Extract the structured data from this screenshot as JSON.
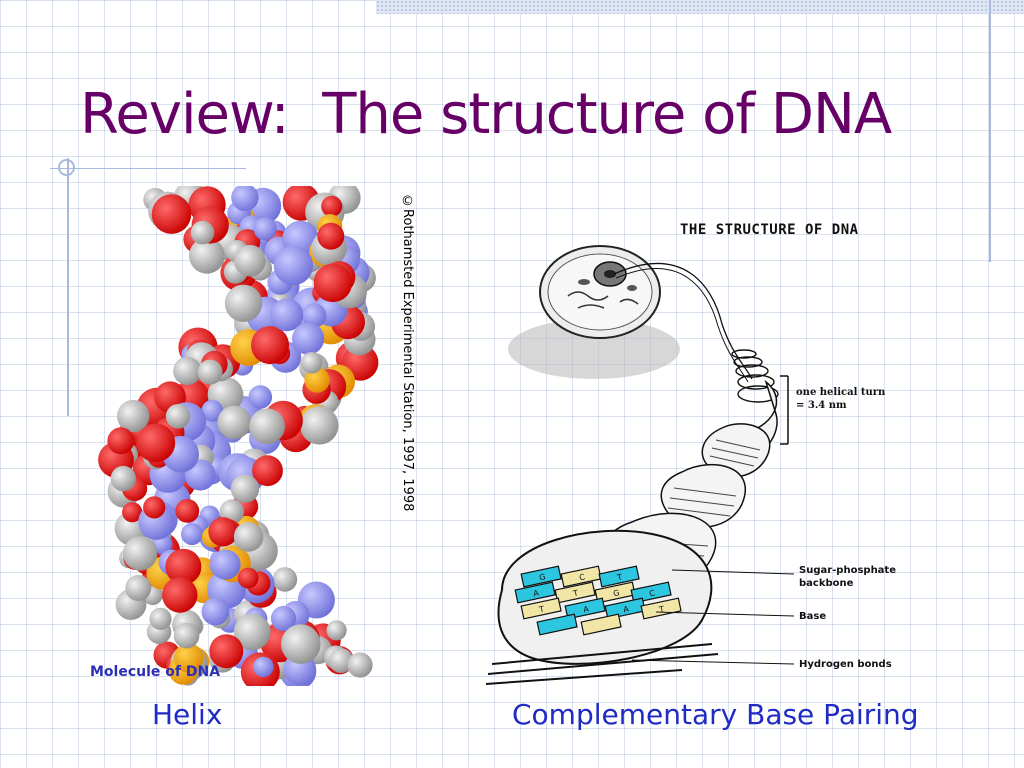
{
  "slide": {
    "title": "Review:  The structure of DNA",
    "captions": {
      "left": "Helix",
      "right": "Complementary Base Pairing"
    }
  },
  "molecule_image": {
    "label": "Molecule of DNA",
    "copyright": "©Rothamsted Experimental Station, 1997, 1998"
  },
  "structure_diagram": {
    "title": "THE STRUCTURE OF DNA",
    "helical_turn_line1": "one helical turn",
    "helical_turn_line2": "= 3.4 nm",
    "backbone_line1": "Sugar-phosphate",
    "backbone_line2": "backbone",
    "base_label": "Base",
    "hydrogen_label": "Hydrogen bonds",
    "base_letters": [
      "G",
      "C",
      "T",
      "A",
      "T",
      "G",
      "C",
      "T",
      "A",
      "A",
      "T"
    ]
  },
  "colors": {
    "title": "#660066",
    "caption": "#1f2bc4",
    "grid": "#aabbdd"
  }
}
